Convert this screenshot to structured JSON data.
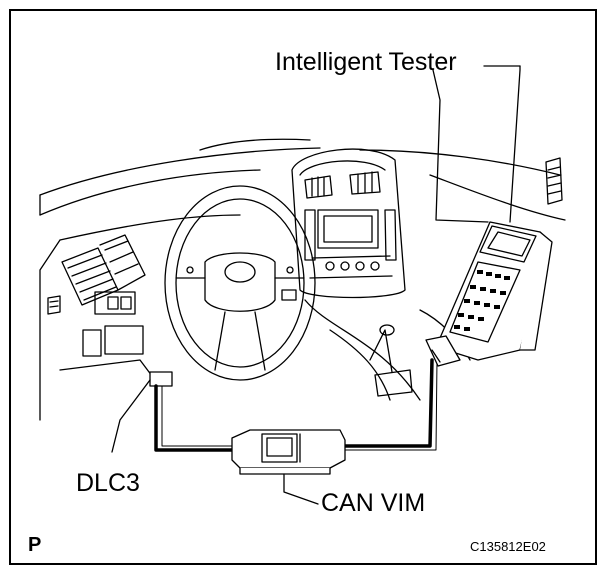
{
  "labels": {
    "tester": "Intelligent Tester",
    "dlc3": "DLC3",
    "can_vim": "CAN VIM",
    "view_mark": "P",
    "figure_code": "C135812E02"
  },
  "colors": {
    "line": "#000000",
    "background": "#ffffff"
  }
}
